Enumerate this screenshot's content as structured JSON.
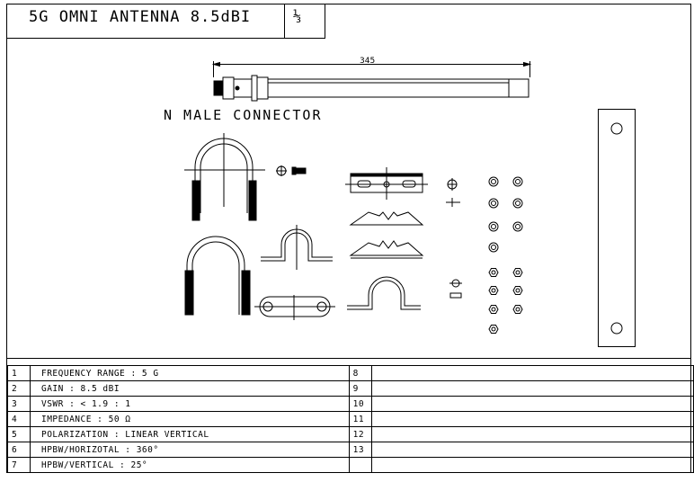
{
  "title": {
    "text": "5G OMNI ANTENNA 8.5dBI",
    "page": "⅓"
  },
  "drawing": {
    "dimension": "345",
    "connector_label": "N MALE  CONNECTOR"
  },
  "specs": {
    "rows": [
      {
        "num": "1",
        "text": "FREQUENCY RANGE  : 5 G",
        "num2": "8",
        "text2": ""
      },
      {
        "num": "2",
        "text": "GAIN  : 8.5 dBI",
        "num2": "9",
        "text2": ""
      },
      {
        "num": "3",
        "text": "VSWR  : < 1.9 : 1",
        "num2": "10",
        "text2": ""
      },
      {
        "num": "4",
        "text": "IMPEDANCE : 50 Ω",
        "num2": "11",
        "text2": ""
      },
      {
        "num": "5",
        "text": "POLARIZATION  : LINEAR VERTICAL",
        "num2": "12",
        "text2": ""
      },
      {
        "num": "6",
        "text": "HPBW/HORIZOTAL  : 360°",
        "num2": "13",
        "text2": ""
      },
      {
        "num": "7",
        "text": "HPBW/VERTICAL  : 25°",
        "num2": "",
        "text2": ""
      }
    ]
  }
}
